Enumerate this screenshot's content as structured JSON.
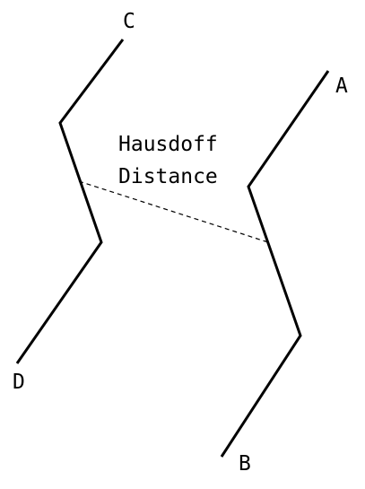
{
  "diagram": {
    "caption_line1": "Hausdoff",
    "caption_line2": "Distance",
    "curve_left": {
      "start_label": "C",
      "end_label": "D"
    },
    "curve_right": {
      "start_label": "A",
      "end_label": "B"
    },
    "colors": {
      "stroke": "#000000",
      "background": "#ffffff"
    }
  }
}
